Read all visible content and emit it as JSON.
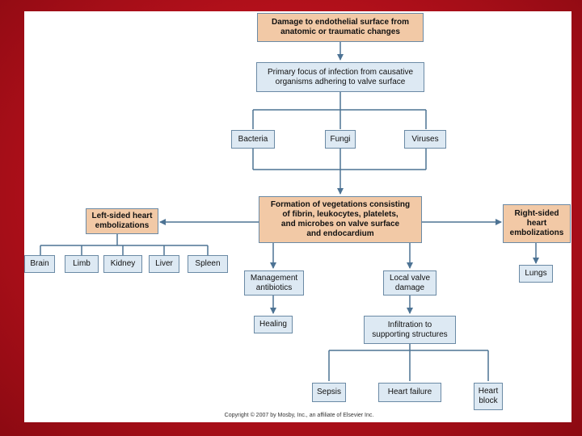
{
  "nodes": {
    "damage": "Damage to endothelial surface from\nanatomic or traumatic changes",
    "primary_focus": "Primary focus of infection from causative\norganisms adhering to valve surface",
    "bacteria": "Bacteria",
    "fungi": "Fungi",
    "viruses": "Viruses",
    "formation": "Formation of vegetations consisting\nof fibrin, leukocytes, platelets,\nand microbes on valve surface\nand endocardium",
    "left_emb": "Left-sided heart\nembolizations",
    "right_emb": "Right-sided\nheart\nembolizations",
    "brain": "Brain",
    "limb": "Limb",
    "kidney": "Kidney",
    "liver": "Liver",
    "spleen": "Spleen",
    "management": "Management\nantibiotics",
    "local_damage": "Local valve\ndamage",
    "lungs": "Lungs",
    "healing": "Healing",
    "infiltration": "Infiltration to\nsupporting structures",
    "sepsis": "Sepsis",
    "heart_failure": "Heart failure",
    "heart_block": "Heart\nblock"
  },
  "copyright": "Copyright © 2007 by Mosby, Inc., an affiliate of Elsevier Inc.",
  "colors": {
    "box_orange": "#f2c9a6",
    "box_blue": "#dde9f3",
    "connector": "#4d7394",
    "background": "#b3101b"
  }
}
